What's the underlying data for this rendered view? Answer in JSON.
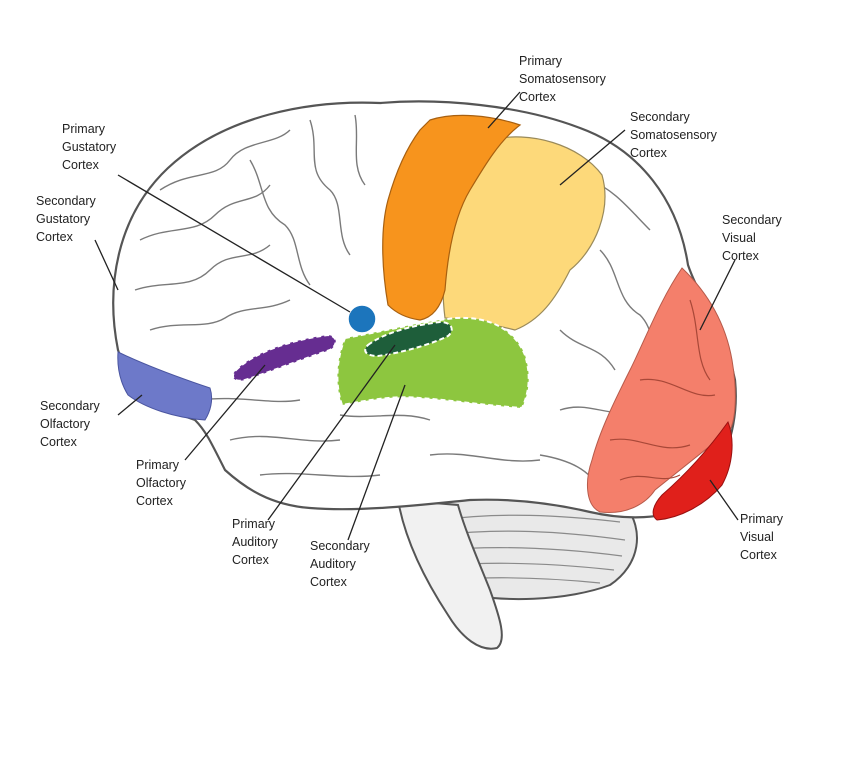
{
  "labels": {
    "primary_somatosensory": [
      "Primary",
      "Somatosensory",
      "Cortex"
    ],
    "secondary_somatosensory": [
      "Secondary",
      "Somatosensory",
      "Cortex"
    ],
    "primary_gustatory": [
      "Primary",
      "Gustatory",
      "Cortex"
    ],
    "secondary_gustatory": [
      "Secondary",
      "Gustatory",
      "Cortex"
    ],
    "secondary_visual": [
      "Secondary",
      "Visual",
      "Cortex"
    ],
    "secondary_olfactory": [
      "Secondary",
      "Olfactory",
      "Cortex"
    ],
    "primary_olfactory": [
      "Primary",
      "Olfactory",
      "Cortex"
    ],
    "primary_auditory": [
      "Primary",
      "Auditory",
      "Cortex"
    ],
    "secondary_auditory": [
      "Secondary",
      "Auditory",
      "Cortex"
    ],
    "primary_visual": [
      "Primary",
      "Visual",
      "Cortex"
    ]
  },
  "colors": {
    "primary_somatosensory": "#f7941d",
    "secondary_somatosensory": "#fdd97a",
    "primary_gustatory": "#1c75bc",
    "secondary_auditory": "#8dc63f",
    "primary_auditory": "#1e5e3a",
    "primary_olfactory": "#662d91",
    "secondary_olfactory": "#6d79c9",
    "secondary_visual": "#f47f6b",
    "primary_visual": "#e0201b",
    "outline": "#555555",
    "brain_fill": "#ffffff"
  }
}
